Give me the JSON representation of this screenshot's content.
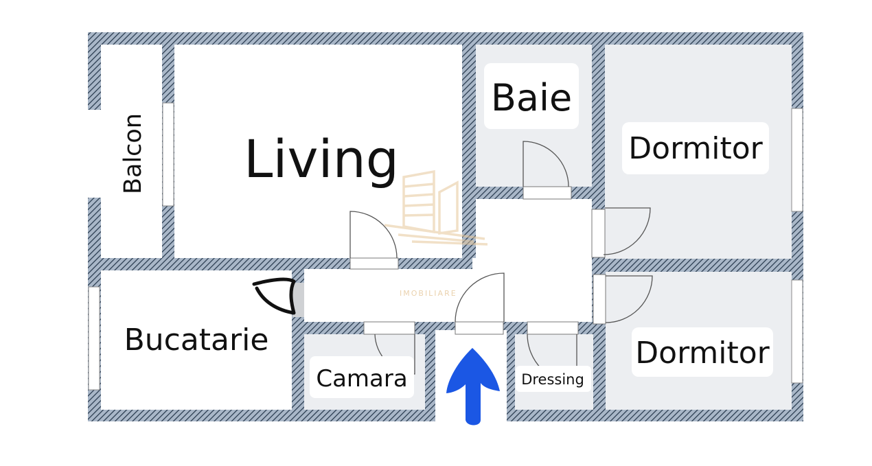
{
  "rooms": {
    "balcon": "Balcon",
    "living": "Living",
    "baie": "Baie",
    "dormitor_1": "Dormitor",
    "dormitor_2": "Dormitor",
    "bucatarie": "Bucatarie",
    "camara": "Camara",
    "dressing": "Dressing"
  },
  "watermark": "IMOBILIARE",
  "colors": {
    "wall_fill": "#a9b7c8",
    "wall_hatch": "#24364a",
    "room_shade": "#eceef1",
    "label_box": "#ffffff",
    "entrance_arrow": "#1b57e4",
    "door_line": "#555555",
    "watermark": "#e6c79a"
  },
  "icons": {
    "entrance": "up-arrow-icon",
    "watermark_logo": "building-logo-icon"
  }
}
